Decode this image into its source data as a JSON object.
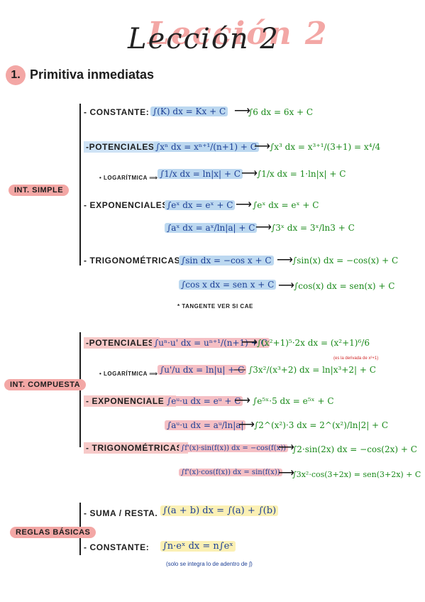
{
  "title": "Lección 2",
  "section": {
    "number": "1.",
    "title": "Primitiva inmediatas"
  },
  "groups": {
    "simple": {
      "label": "INT. SIMPLE"
    },
    "compuesta": {
      "label": "INT. COMPUESTA"
    },
    "reglas": {
      "label": "REGLAS BÁSICAS"
    }
  },
  "simple": {
    "constante": {
      "name": "- CONSTANTE:",
      "formula": "∫(K) dx = Kx + C",
      "example": "∫6 dx = 6x + C"
    },
    "potenciales": {
      "name": "-POTENCIALES:",
      "formula": "∫xⁿ dx = xⁿ⁺¹/(n+1) + C",
      "example": "∫x³ dx = x³⁺¹/(3+1) = x⁴/4"
    },
    "logaritmica": {
      "name": "• LOGARÍTMICA ⟹",
      "formula": "∫1/x dx = ln|x| + C",
      "example": "∫1/x dx = 1·ln|x| + C"
    },
    "exponenciales": {
      "name": "- EXPONENCIALES:",
      "formula1": "∫eˣ dx = eˣ + C",
      "example1": "∫eˣ dx = eˣ + C",
      "formula2": "∫aˣ dx = aˣ/ln|a| + C",
      "example2": "∫3ˣ dx = 3ˣ/ln3 + C"
    },
    "trigonometricas": {
      "name": "- TRIGONOMÉTRICAS:",
      "formula1": "∫sin dx = −cos x + C",
      "example1": "∫sin(x) dx = −cos(x) + C",
      "formula2": "∫cos x dx = sen x + C",
      "example2": "∫cos(x) dx = sen(x) + C",
      "note": "* TANGENTE VER SI CAE"
    }
  },
  "compuesta": {
    "potenciales": {
      "name": "-POTENCIALES:",
      "formula": "∫uⁿ·u' dx = uⁿ⁺¹/(n+1) + C",
      "example": "∫(x²+1)⁵·2x dx = (x²+1)⁶/6",
      "example_note": "(es la derivada de x²+1)"
    },
    "logaritmica": {
      "name": "• LOGARÍTMICA ⟹",
      "formula": "∫u'/u dx = ln|u| + C",
      "example": "∫3x²/(x³+2) dx = ln|x³+2| + C"
    },
    "exponenciales": {
      "name": "- EXPONENCIALES:",
      "formula1": "∫eᵘ·u dx = eᵘ + C",
      "example1": "∫e⁵ˣ·5 dx = e⁵ˣ + C",
      "formula2": "∫aᵘ·u dx = aᵘ/ln|a|",
      "example2": "∫2^(x²)·3 dx = 2^(x²)/ln|2| + C"
    },
    "trigonometricas": {
      "name": "- TRIGONOMÉTRICAS:",
      "formula1": "∫f'(x)·sin(f(x)) dx = −cos(f(x))",
      "example1": "∫2·sin(2x) dx = −cos(2x) + C",
      "formula2": "∫f'(x)·cos(f(x)) dx = sin(f(x))",
      "example2": "∫3x²·cos(3+2x) = sen(3+2x) + C"
    }
  },
  "reglas": {
    "suma": {
      "name": "- SUMA / RESTA.",
      "formula": "∫(a + b) dx = ∫(a) + ∫(b)"
    },
    "constante": {
      "name": "- CONSTANTE:",
      "formula": "∫n·eˣ dx = n∫eˣ",
      "note": "(solo se integra lo de adentro de ∫)"
    }
  }
}
